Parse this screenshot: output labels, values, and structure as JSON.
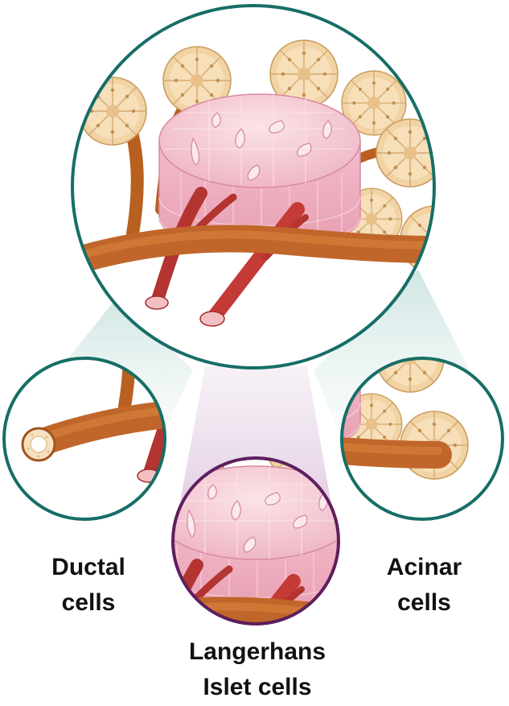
{
  "colors": {
    "ring_teal": "#176e66",
    "ring_purple": "#5e1f5e",
    "cone_teal": "#d5eae7",
    "cone_purple": "#e4d2e4",
    "duct": "#c0662a",
    "vessel": "#c43a36",
    "islet": "#f4c4cf",
    "acinus": "#f1d3a4",
    "text": "#111111"
  },
  "labels": {
    "ductal": {
      "line1": "Ductal",
      "line2": "cells"
    },
    "acinar": {
      "line1": "Acinar",
      "line2": "cells"
    },
    "islet": {
      "line1": "Langerhans",
      "line2": "Islet cells"
    }
  }
}
